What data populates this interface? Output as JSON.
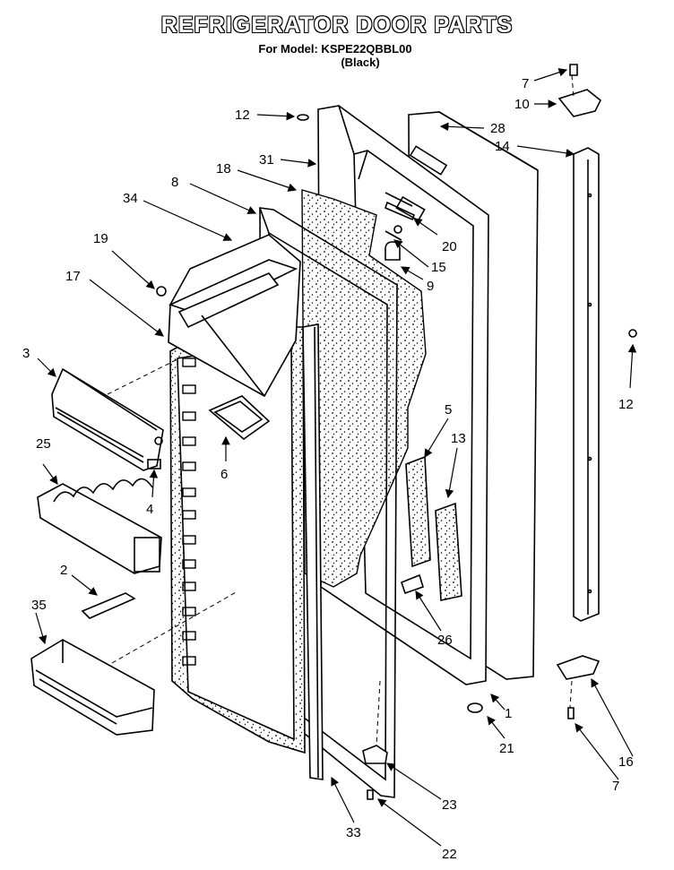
{
  "header": {
    "title": "REFRIGERATOR DOOR PARTS",
    "model_line": "For Model: KSPE22QBBL00",
    "color_line": "(Black)"
  },
  "callouts": [
    "7",
    "10",
    "12",
    "28",
    "31",
    "14",
    "18",
    "8",
    "34",
    "20",
    "19",
    "15",
    "17",
    "9",
    "3",
    "12",
    "5",
    "13",
    "25",
    "6",
    "4",
    "2",
    "35",
    "26",
    "1",
    "21",
    "16",
    "7",
    "23",
    "33",
    "22"
  ]
}
